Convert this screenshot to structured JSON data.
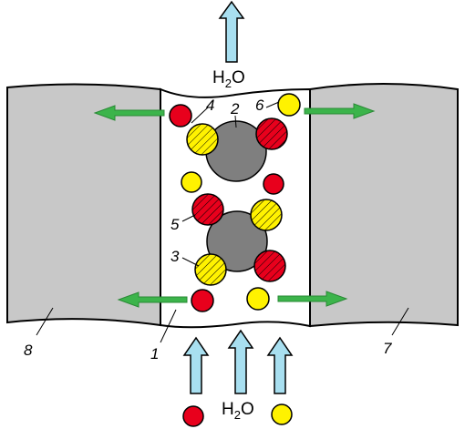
{
  "labels": {
    "water_top": {
      "main": "H",
      "sub": "2",
      "tail": "O"
    },
    "water_bottom": {
      "main": "H",
      "sub": "2",
      "tail": "O"
    },
    "n1": "1",
    "n2": "2",
    "n3": "3",
    "n4": "4",
    "n5": "5",
    "n6": "6",
    "n7": "7",
    "n8": "8"
  },
  "colors": {
    "membrane": "#c8c8c8",
    "channel": "#ffffff",
    "water_arrow": "#a8dff0",
    "ion_arrow": "#3cb44b",
    "red_ion": "#e8001c",
    "yellow_ion": "#fff200",
    "gray_core": "#7f7f7f"
  }
}
